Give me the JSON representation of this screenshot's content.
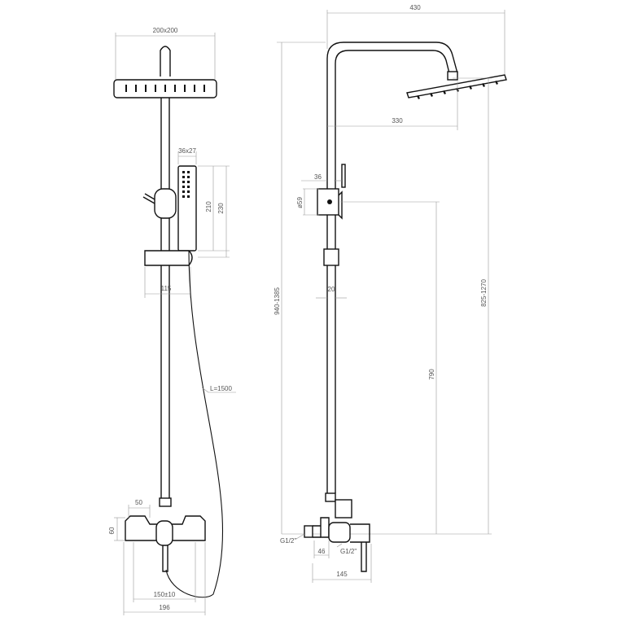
{
  "front_view": {
    "head_width": "200x200",
    "handshower_size": "36x27",
    "handshower_length_a": "210",
    "handshower_length_b": "230",
    "holder_offset": "115",
    "hose_length": "L=1500",
    "spout_width": "50",
    "mixer_height": "60",
    "centers": "150±10",
    "overall_width": "196"
  },
  "side_view": {
    "arm_reach": "430",
    "arm_center": "330",
    "pipe_offset": "36",
    "bracket_dia": "ø59",
    "pipe_dia": "20",
    "total_height": "940-1385",
    "adjust_height": "825-1270",
    "column_height": "790",
    "inlet_left": "G1/2\"",
    "inlet_depth": "46",
    "inlet_right": "G1/2\"",
    "base_depth": "145"
  }
}
